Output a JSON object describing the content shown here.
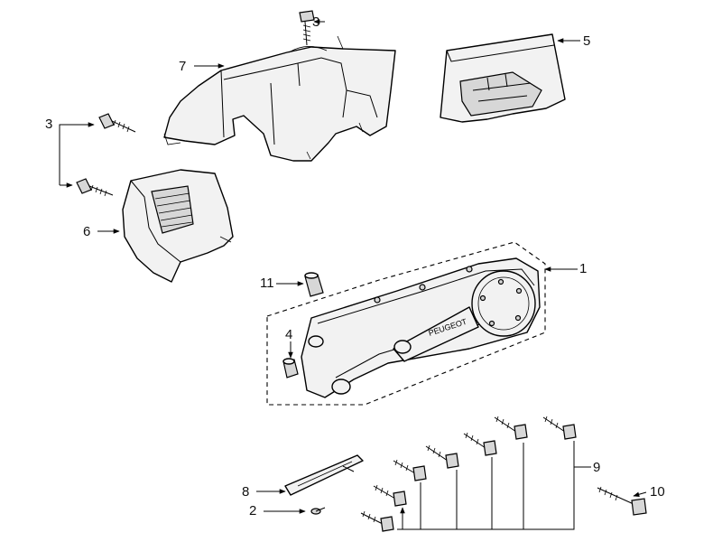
{
  "callouts": {
    "c1": "1",
    "c2": "2",
    "c3_top": "3",
    "c3_left": "3",
    "c4": "4",
    "c5": "5",
    "c6": "6",
    "c7": "7",
    "c8": "8",
    "c9": "9",
    "c10": "10",
    "c11": "11"
  },
  "cover_logo_text": "PEUGEOT"
}
